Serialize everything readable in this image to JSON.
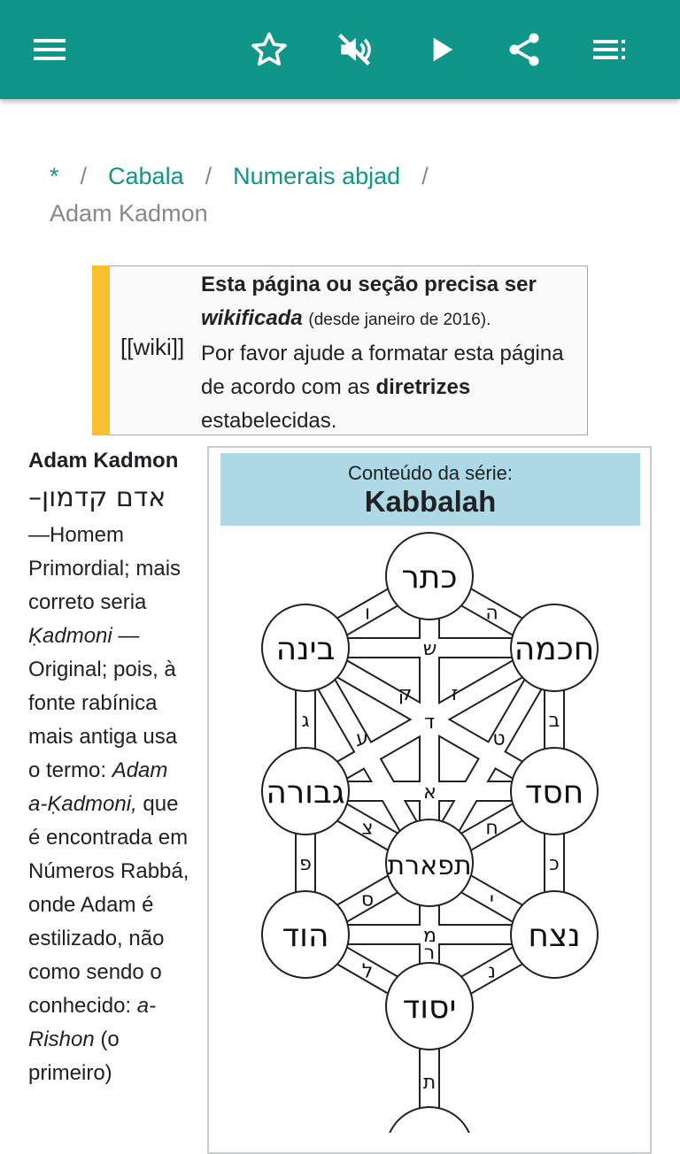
{
  "toolbar": {
    "menu_icon": "hamburger-menu-icon",
    "favorite_icon": "star-outline-icon",
    "mute_icon": "volume-off-icon",
    "play_icon": "play-icon",
    "share_icon": "share-icon",
    "list_icon": "playlist-icon",
    "color": "#0f9688"
  },
  "breadcrumb": {
    "home": "*",
    "sep": "/",
    "level1": "Cabala",
    "level2": "Numerais abjad",
    "current": "Adam Kadmon"
  },
  "notice": {
    "tag": "[[wiki]]",
    "line1_bold": "Esta página ou seção precisa ser",
    "line2_bold_italic": "wikificada",
    "line2_small": "(desde janeiro de 2016).",
    "line3_prefix": "Por favor ajude a formatar esta página de acordo com as",
    "line3_bold": "diretrizes",
    "line3_suffix": "estabelecidas.",
    "bar_color": "#f6c02f"
  },
  "article": {
    "term": "Adam Kadmon",
    "hebrew": "–אדם קדמון",
    "t1": "—Homem Primordial; mais correto seria ",
    "t1_italic": "Ḳadmoni",
    "t2": " —Original; pois, à fonte rabínica mais antiga usa o termo: ",
    "t2_italic": "Adam a-Ḳadmoni,",
    "t3": " que é encontrada em Números Rabbá, onde Adam é estilizado, não como sendo o conhecido: ",
    "t3_italic": "a-Rishon",
    "t4": " (o primeiro)"
  },
  "infobox": {
    "series_label": "Conteúdo da série:",
    "series_title": "Kabbalah",
    "header_color": "#add8e6"
  },
  "tree": {
    "sephirot": {
      "keter": "כתר",
      "binah": "בינה",
      "chokhmah": "חכמה",
      "gevurah": "גבורה",
      "chesed": "חסד",
      "tiferet": "תפארת",
      "hod": "הוד",
      "netzach": "נצח",
      "yesod": "יסוד"
    },
    "letters": {
      "keter_binah": "ו",
      "keter_chokhmah": "ה",
      "keter_tiferet": "ד",
      "binah_chokhmah": "ש",
      "binah_gevurah": "ג",
      "binah_tiferet": "ע",
      "binah_chesed": "ק",
      "chokhmah_chesed": "ב",
      "chokhmah_tiferet": "ט",
      "chokhmah_gevurah": "ז",
      "gevurah_chesed": "א",
      "gevurah_tiferet": "צ",
      "chesed_tiferet": "ח",
      "gevurah_hod": "פ",
      "chesed_netzach": "כ",
      "tiferet_hod": "ס",
      "tiferet_netzach": "י",
      "hod_netzach": "מ",
      "tiferet_yesod": "ר",
      "hod_yesod": "ל",
      "netzach_yesod": "נ",
      "yesod_malkuth": "ת"
    }
  }
}
